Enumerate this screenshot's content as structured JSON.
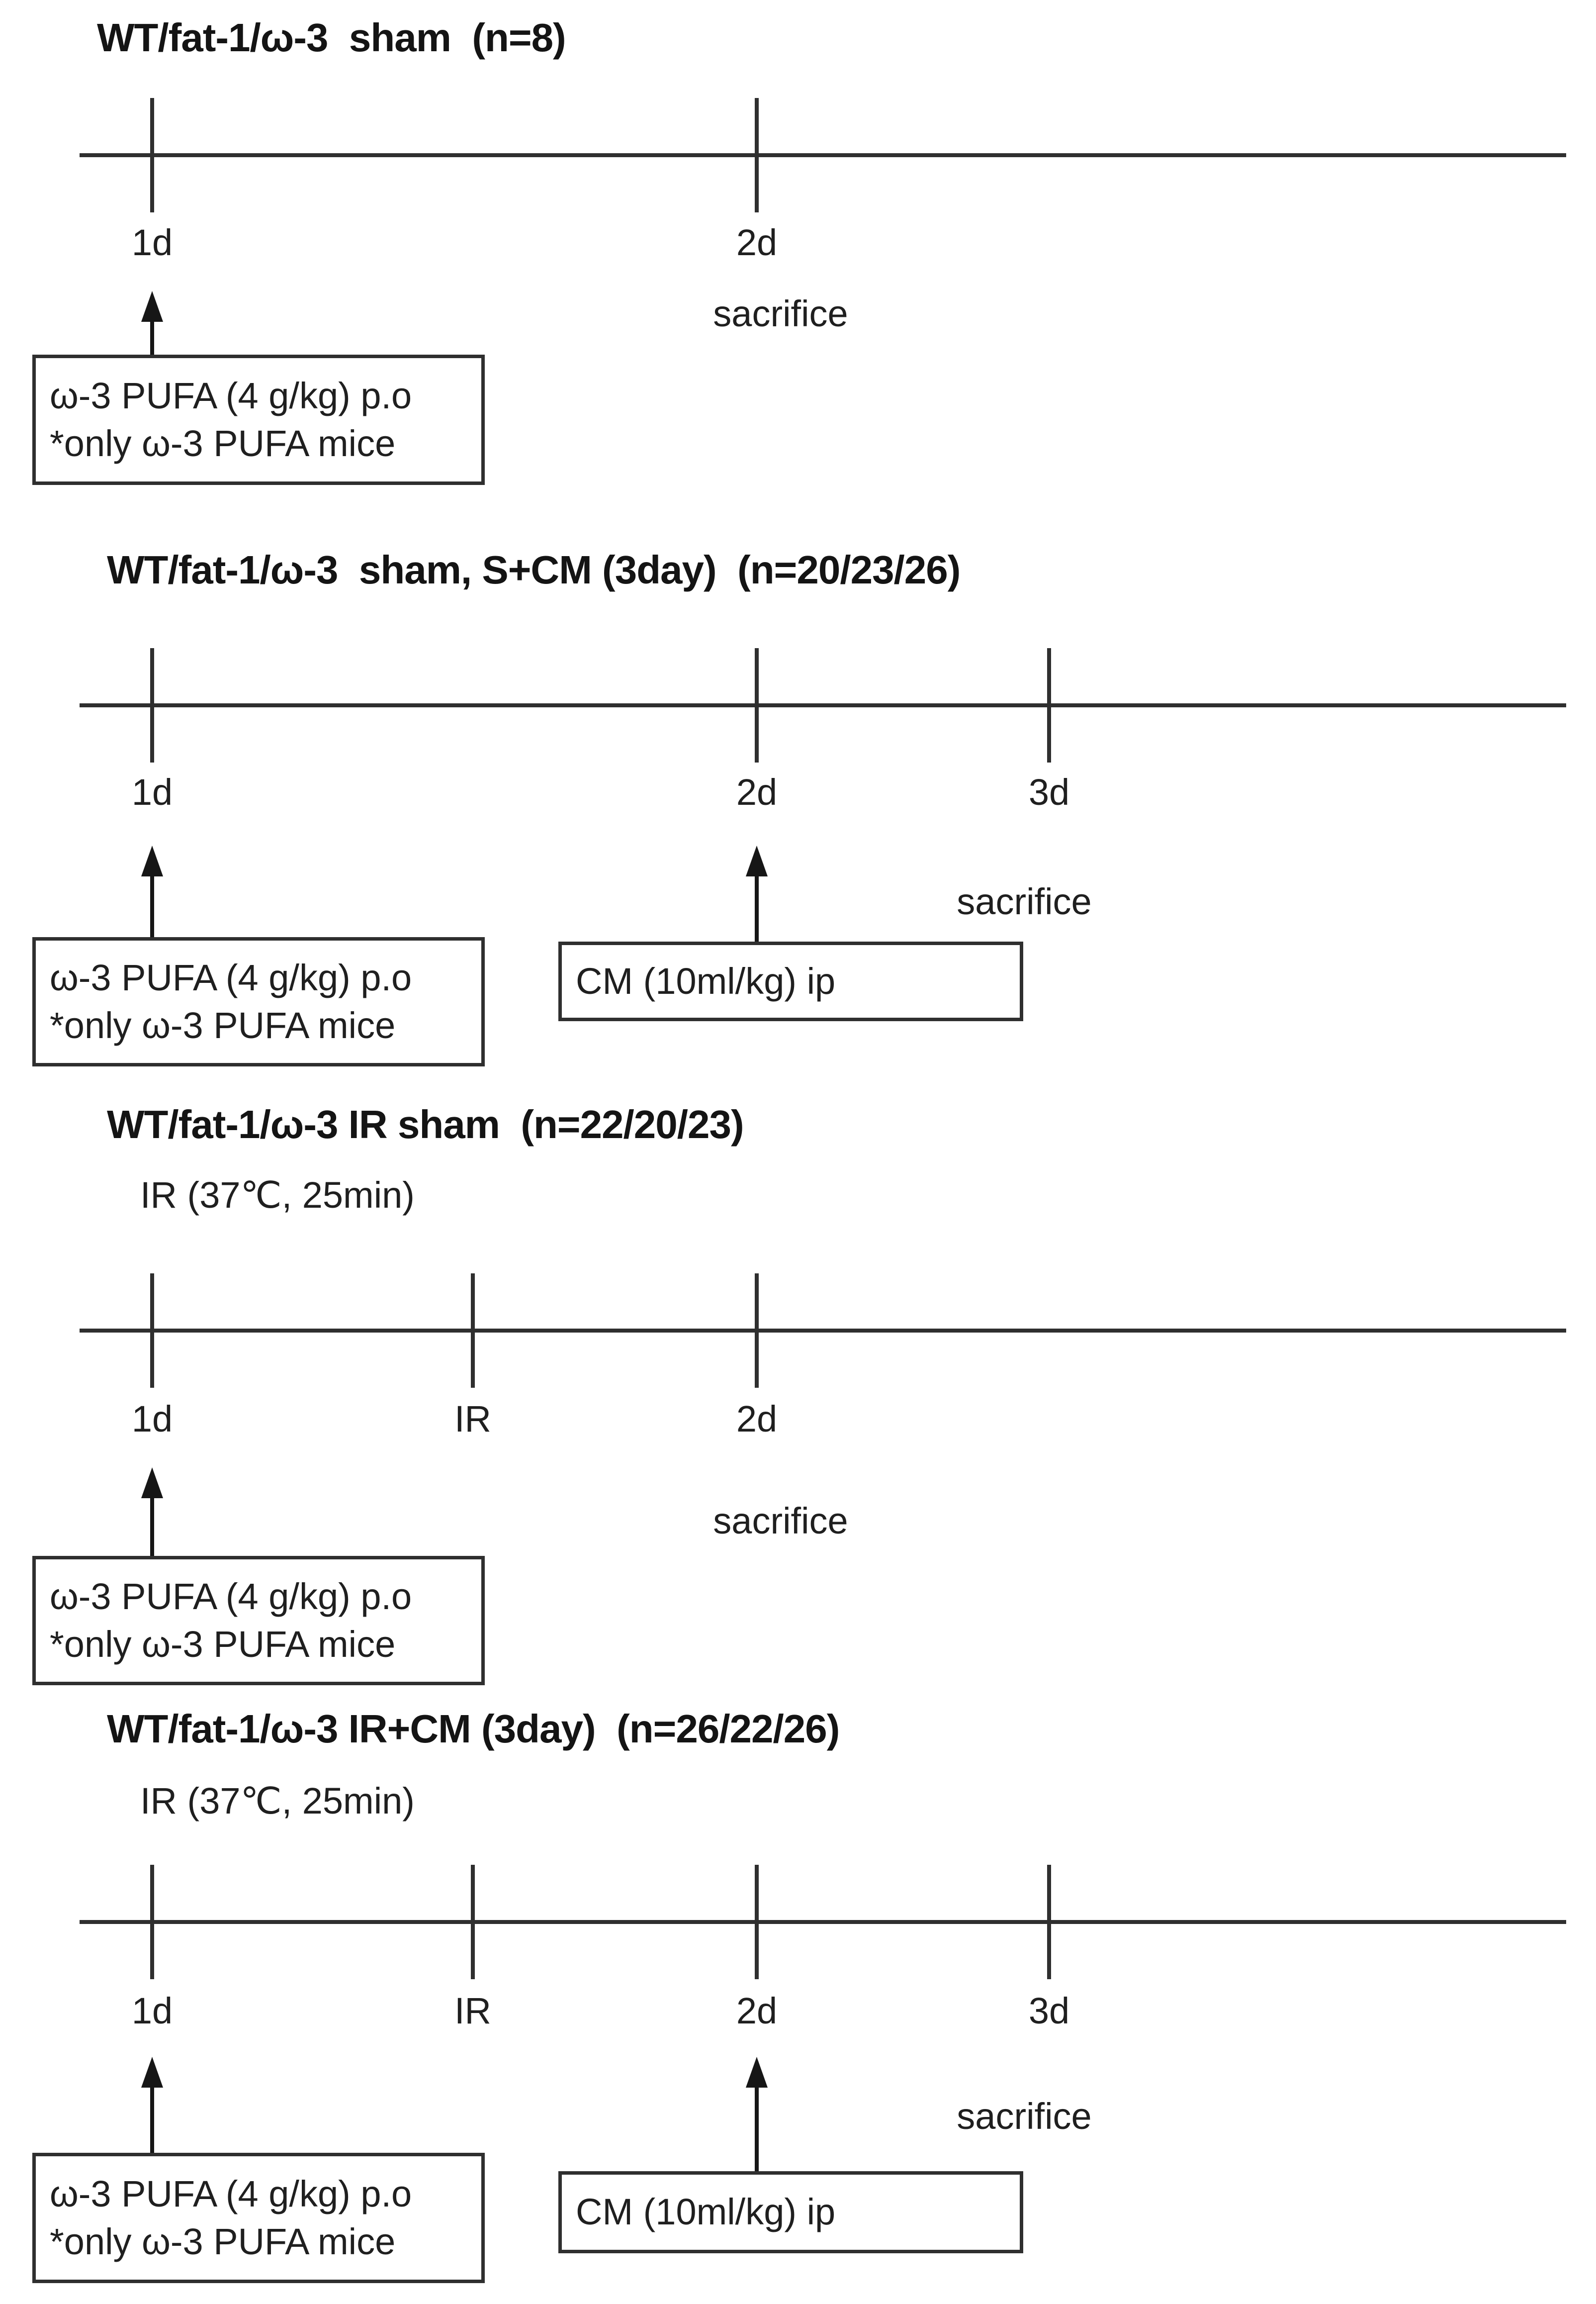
{
  "colors": {
    "ink": "#1f1f1f",
    "line": "#2f2f2f"
  },
  "diagram": {
    "panels": [
      {
        "title": "WT/fat-1/ω-3  sham  (n=8)",
        "tick_labels": [
          "1d",
          "2d"
        ],
        "sacrifice_label": "sacrifice",
        "boxes": [
          {
            "lines": [
              "ω-3 PUFA (4 g/kg) p.o",
              "*only ω-3 PUFA mice"
            ]
          }
        ]
      },
      {
        "title": "WT/fat-1/ω-3  sham, S+CM (3day)  (n=20/23/26)",
        "tick_labels": [
          "1d",
          "2d",
          "3d"
        ],
        "sacrifice_label": "sacrifice",
        "boxes": [
          {
            "lines": [
              "ω-3 PUFA (4 g/kg) p.o",
              "*only ω-3 PUFA mice"
            ]
          },
          {
            "lines": [
              "CM (10ml/kg) ip"
            ]
          }
        ]
      },
      {
        "title": "WT/fat-1/ω-3 IR sham  (n=22/20/23)",
        "ir_label": "IR (37℃, 25min)",
        "tick_labels": [
          "1d",
          "IR",
          "2d"
        ],
        "sacrifice_label": "sacrifice",
        "boxes": [
          {
            "lines": [
              "ω-3 PUFA (4 g/kg) p.o",
              "*only ω-3 PUFA mice"
            ]
          }
        ]
      },
      {
        "title": "WT/fat-1/ω-3 IR+CM (3day)  (n=26/22/26)",
        "ir_label": "IR (37℃, 25min)",
        "tick_labels": [
          "1d",
          "IR",
          "2d",
          "3d"
        ],
        "sacrifice_label": "sacrifice",
        "boxes": [
          {
            "lines": [
              "ω-3 PUFA (4 g/kg) p.o",
              "*only ω-3 PUFA mice"
            ]
          },
          {
            "lines": [
              "CM (10ml/kg) ip"
            ]
          }
        ]
      }
    ]
  }
}
